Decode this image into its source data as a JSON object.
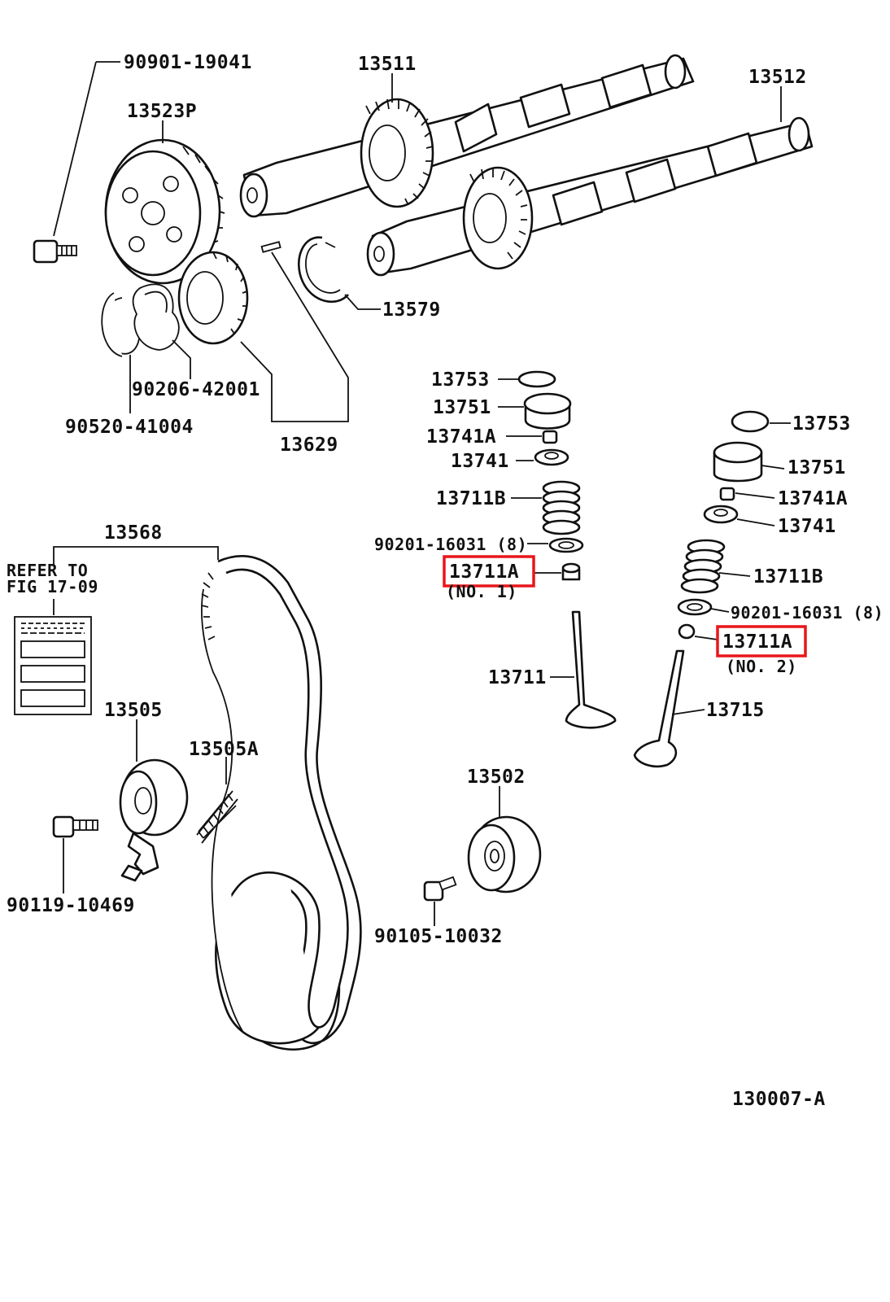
{
  "diagram_id": "130007-A",
  "refer_note": [
    "REFER  TO",
    "FIG  17-09"
  ],
  "highlight_color": "#e8161b",
  "labels": {
    "bolt_top": "90901-19041",
    "camshaft_1": "13511",
    "camshaft_2": "13512",
    "pulley": "13523P",
    "ring": "13579",
    "gasket": "90206-42001",
    "snap_ring": "90520-41004",
    "gear_set": "13629",
    "shim_1": "13753",
    "lifter_1": "13751",
    "keeper_1": "13741A",
    "retainer_1": "13741",
    "spring_1": "13711B",
    "seal_1": "90201-16031 (8)",
    "guide_1": "13711A",
    "guide_1_note": "(NO. 1)",
    "valve_1": "13711",
    "shim_2": "13753",
    "lifter_2": "13751",
    "keeper_2": "13741A",
    "retainer_2": "13741",
    "spring_2": "13711B",
    "seal_2": "90201-16031 (8)",
    "guide_2": "13711A",
    "guide_2_note": "(NO. 2)",
    "valve_2": "13715",
    "belt": "13568",
    "tensioner": "13505",
    "tension_spring": "13505A",
    "tensioner_bolt": "90119-10469",
    "idler": "13502",
    "idler_bolt": "90105-10032"
  }
}
